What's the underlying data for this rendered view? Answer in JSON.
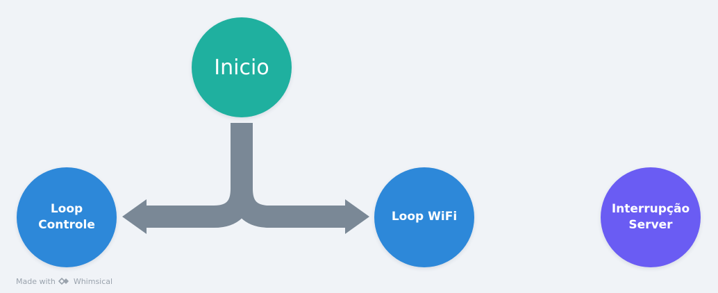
{
  "diagram": {
    "colors": {
      "background": "#f0f3f7",
      "connector": "#7a8896",
      "node_text": "#ffffff"
    },
    "nodes": [
      {
        "id": "inicio",
        "label": "Inicio",
        "color": "#1fb09f"
      },
      {
        "id": "controle",
        "label": "Loop\nControle",
        "color": "#2d88d9"
      },
      {
        "id": "wifi",
        "label": "Loop WiFi",
        "color": "#2d88d9"
      },
      {
        "id": "server",
        "label": "Interrupção\nServer",
        "color": "#6a5cf3"
      }
    ],
    "edges": [
      {
        "from": "inicio",
        "to": "controle"
      },
      {
        "from": "inicio",
        "to": "wifi"
      }
    ]
  },
  "watermark": {
    "made_with": "Made with",
    "brand": "Whimsical",
    "logo_icon": "whimsical-logo-icon"
  }
}
